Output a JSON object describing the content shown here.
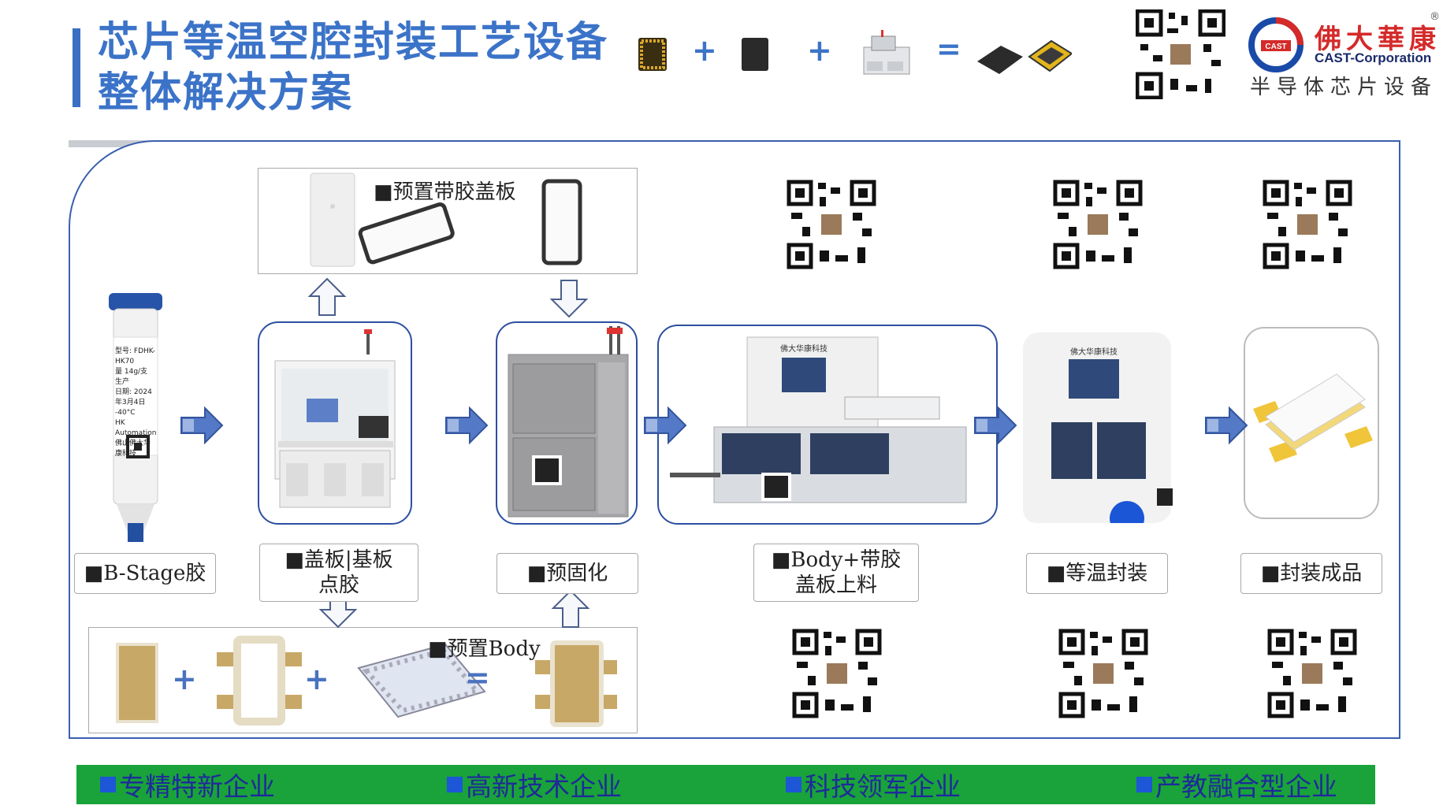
{
  "header": {
    "title_line1": "芯片等温空腔封装工艺设备",
    "title_line2": "整体解决方案",
    "equation": {
      "plus1": "+",
      "plus2": "+",
      "equals": "="
    }
  },
  "brand": {
    "name_cn": "佛大華康",
    "registered": "®",
    "logo_text": "CAST",
    "name_en": "CAST-Corporation",
    "tagline": "半导体芯片设备"
  },
  "process": {
    "lid_box_label": "■预置带胶盖板",
    "body_box_label": "■预置Body",
    "body_box_plus1": "+",
    "body_box_plus2": "+",
    "body_box_equals": "=",
    "steps": [
      {
        "line1": "■B-Stage胶",
        "line2": ""
      },
      {
        "line1": "■盖板|基板",
        "line2": "点胶"
      },
      {
        "line1": "■预固化",
        "line2": ""
      },
      {
        "line1": "■Body+带胶",
        "line2": "盖板上料"
      },
      {
        "line1": "■等温封装",
        "line2": ""
      },
      {
        "line1": "■封装成品",
        "line2": ""
      }
    ],
    "tube_label": {
      "model": "型号: FDHK-HK70",
      "spec": "量 14g/支 生产",
      "date": "日期: 2024年3月4日",
      "temp": "-40°C",
      "company_en": "HK Automation",
      "company_cn": "佛山佛大华康科技"
    },
    "machine_brand": "佛大华康科技"
  },
  "footer": {
    "badges": [
      "专精特新企业",
      "高新技术企业",
      "科技领军企业",
      "产教融合型企业"
    ]
  },
  "colors": {
    "title_blue": "#3b73c8",
    "frame_blue": "#2c4fa0",
    "footer_green": "#19a33a",
    "footer_text": "#1f2a9a",
    "brand_red": "#d42a2a",
    "arrow_blue": "#4a72c0"
  }
}
